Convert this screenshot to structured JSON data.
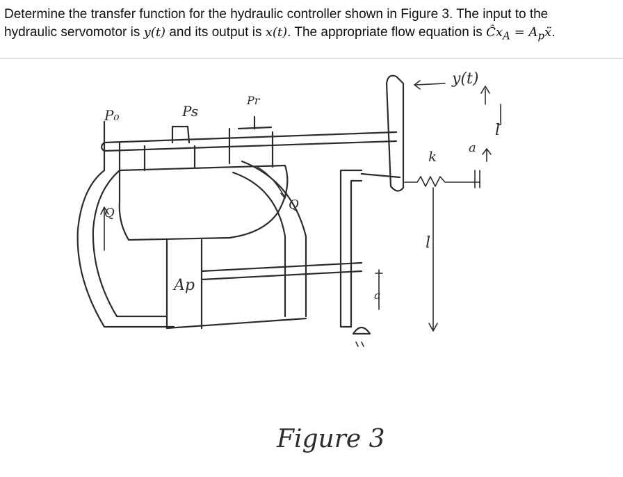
{
  "question": {
    "l1_a": "Determine the transfer function for the hydraulic controller shown in Figure 3. The input to the",
    "l2_a": "hydraulic servomotor is ",
    "l2_y": "y(t)",
    "l2_b": " and its output is ",
    "l2_x": "x(t)",
    "l2_c": ". The appropriate flow equation is ",
    "l2_eq": "Ĉx",
    "l2_sub": "A",
    "l2_eq2": " = A",
    "l2_sub2": "p",
    "l2_eq3": "ẍ."
  },
  "figure": {
    "label_p0": "P₀",
    "label_ps": "Ps",
    "label_pr": "Pr",
    "label_y": "y(t)",
    "label_a": "a",
    "label_l_top": "l",
    "label_k": "k",
    "label_l_mid": "l",
    "label_q_left": "Q",
    "label_q_right": "Q",
    "label_ap": "Ap",
    "label_a_small": "a",
    "caption": "Figure 3"
  }
}
